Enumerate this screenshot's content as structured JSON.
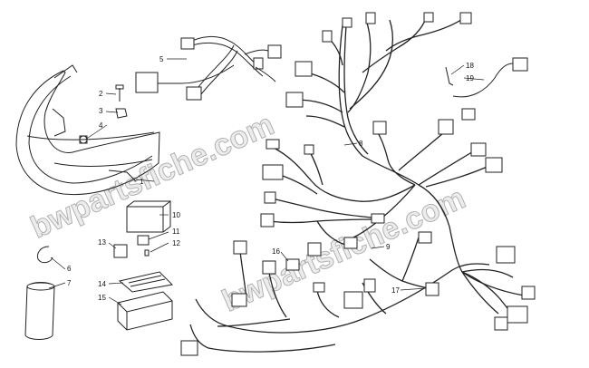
{
  "watermark": "bwpartsfiche.com",
  "callouts": {
    "c1": "1",
    "c2": "2",
    "c3": "3",
    "c4": "4",
    "c5": "5",
    "c6": "6",
    "c7": "7",
    "c8": "8",
    "c9": "9",
    "c10": "10",
    "c11": "11",
    "c12": "12",
    "c13": "13",
    "c14": "14",
    "c15": "15",
    "c16": "16",
    "c17": "17",
    "c18": "18",
    "c19": "19"
  }
}
